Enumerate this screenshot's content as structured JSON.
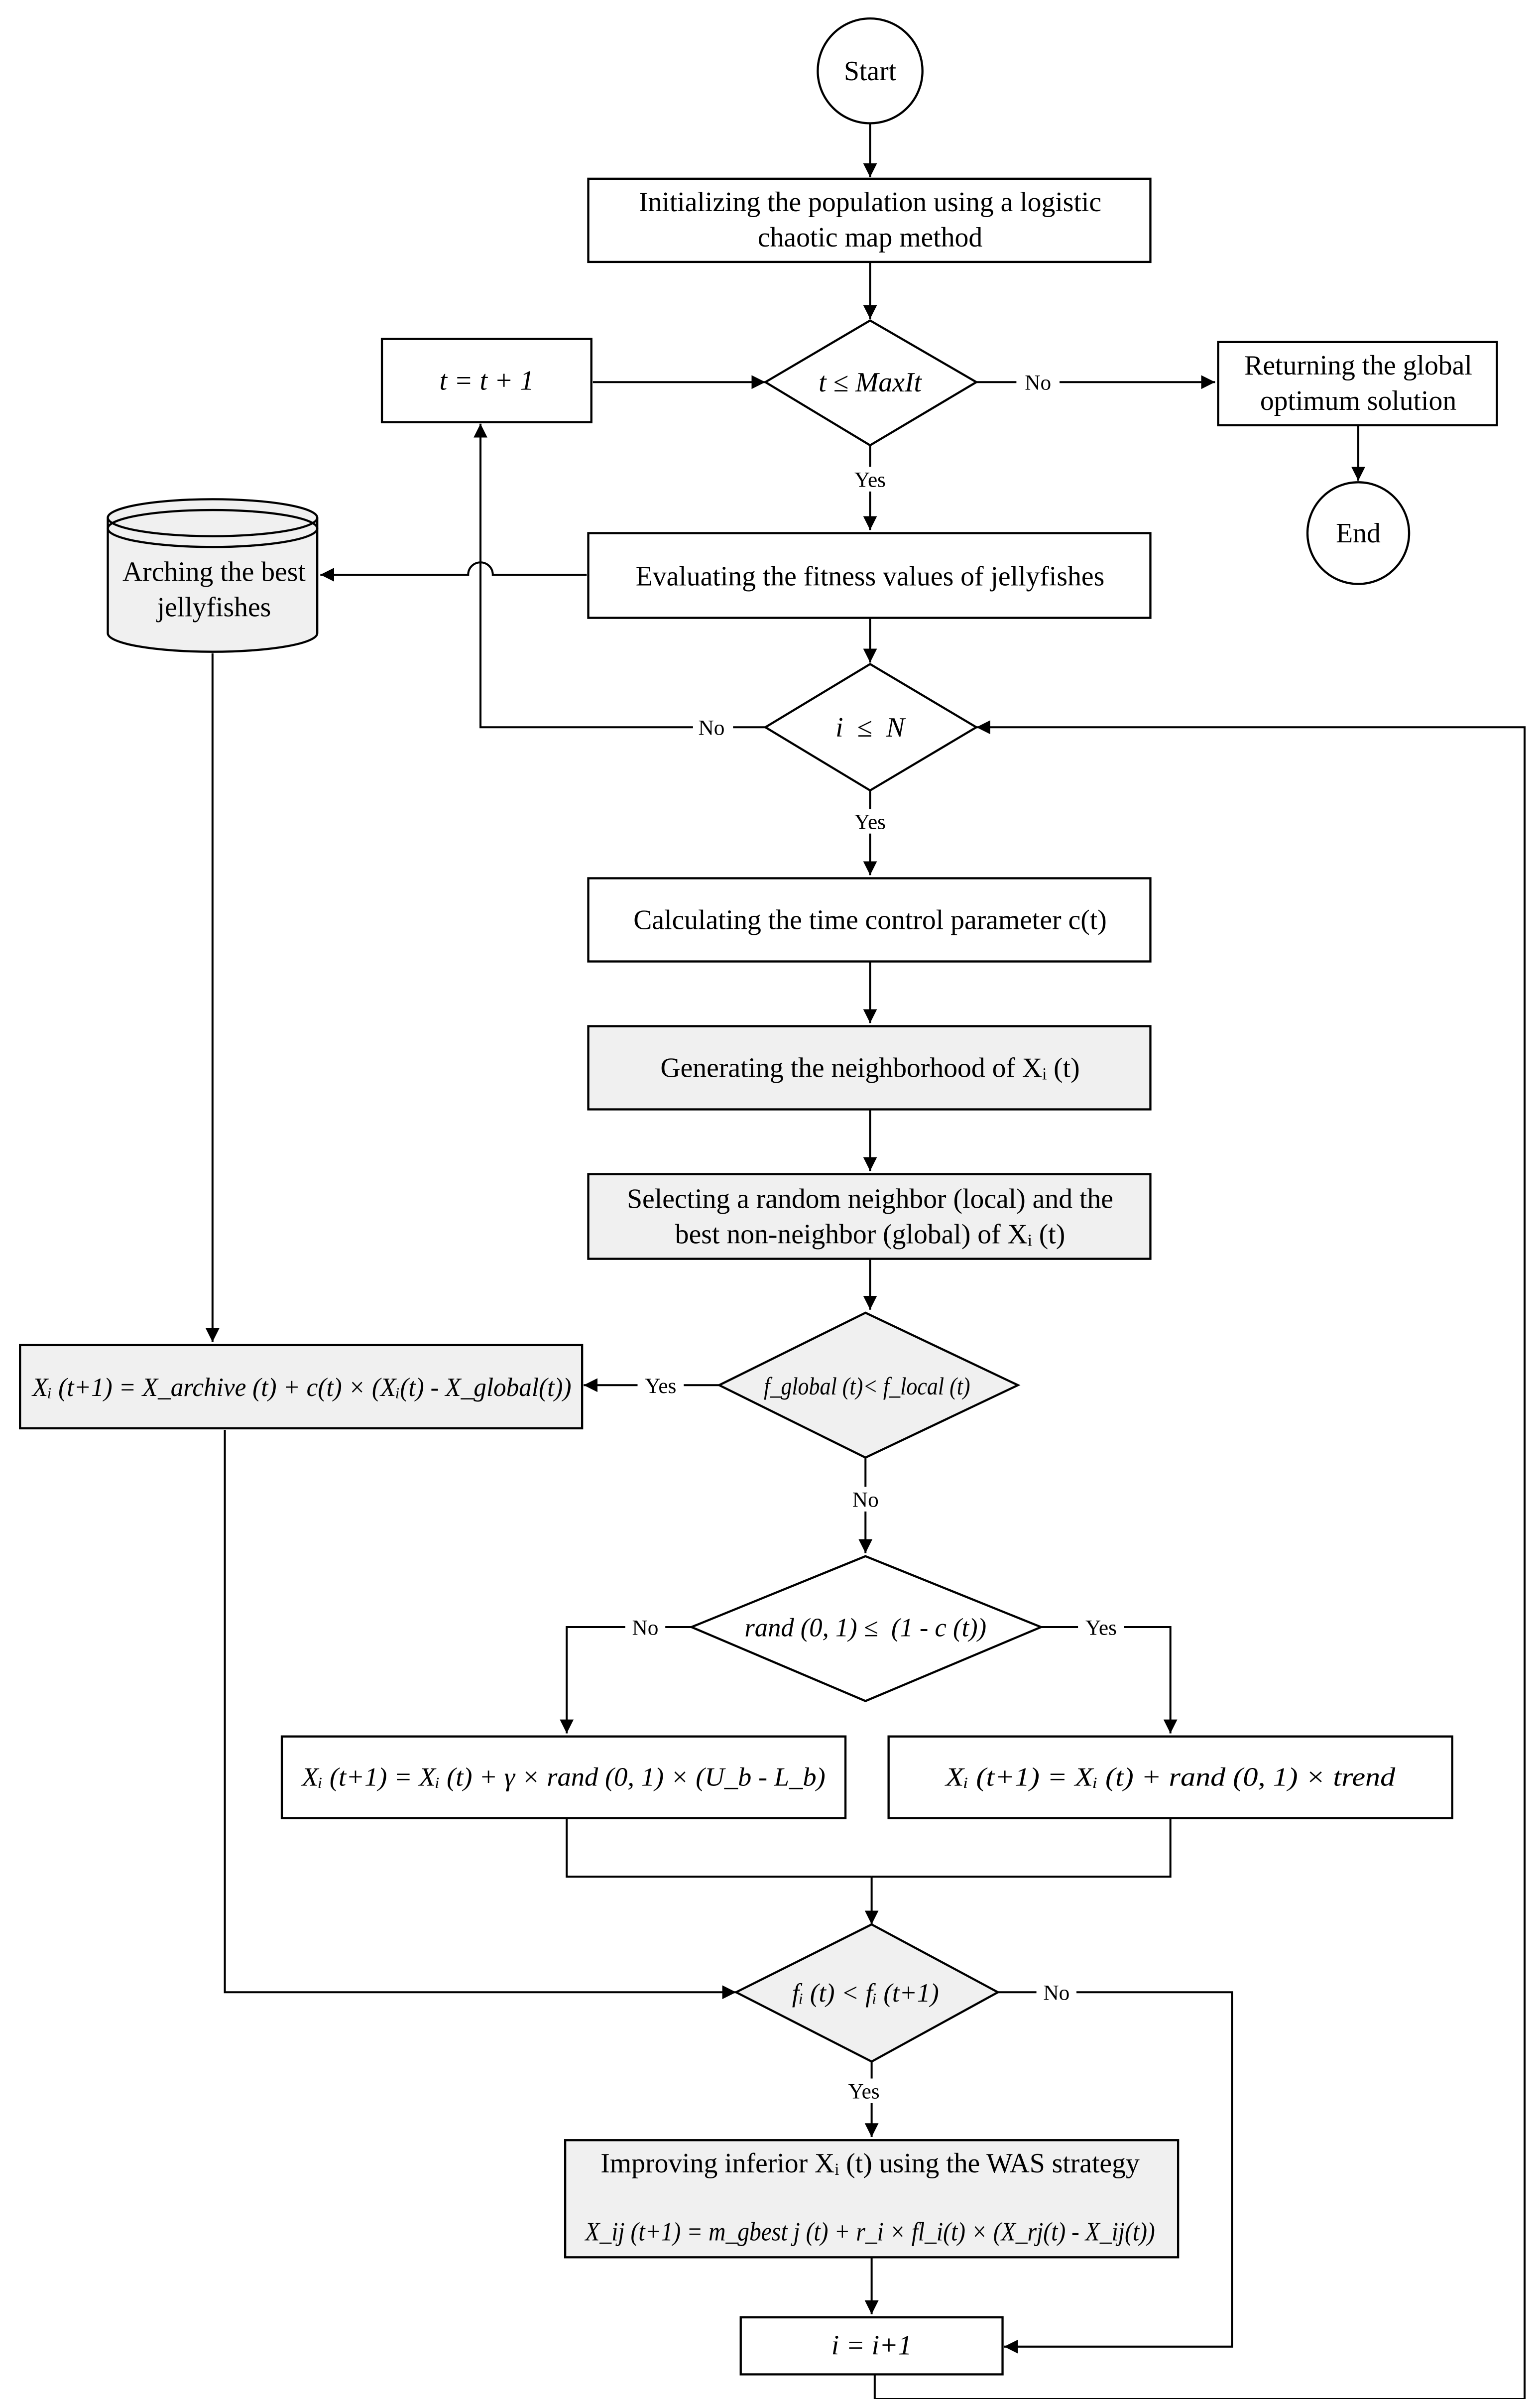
{
  "nodes": {
    "start": "Start",
    "init_line1": "Initializing the population using a logistic",
    "init_line2": "chaotic map method",
    "t_inc": "t = t + 1",
    "cond_maxit": "t ≤ MaxIt",
    "return_line1": "Returning the global",
    "return_line2": "optimum solution",
    "end": "End",
    "archive_line1": "Arching the best",
    "archive_line2": "jellyfishes",
    "evaluate": "Evaluating the fitness values of jellyfishes",
    "cond_n": "i  ≤  N",
    "calc_c": "Calculating the time control parameter c(t)",
    "neighborhood": "Generating the neighborhood of Xᵢ (t)",
    "select_line1": "Selecting a random neighbor (local) and the",
    "select_line2": "best non-neighbor (global) of Xᵢ (t)",
    "archive_update": "Xᵢ (t+1) = X_archive (t) + c(t) × (Xᵢ(t) - X_global(t))",
    "cond_fglobal": "f_global (t)< f_local (t)",
    "cond_rand": "rand (0, 1) ≤  (1 - c (t))",
    "update_left": "Xᵢ (t+1) = Xᵢ (t) + γ × rand (0, 1) × (U_b - L_b)",
    "update_right": "Xᵢ (t+1) = Xᵢ (t) + rand (0, 1) × trend",
    "cond_fi": "fᵢ (t) < fᵢ (t+1)",
    "was_line1": "Improving inferior Xᵢ (t) using the WAS strategy",
    "was_line2": "X_ij (t+1) = m_gbest j (t) + r_i × fl_i(t) × (X_rj(t) - X_ij(t))",
    "i_inc": "i = i+1"
  },
  "edge_labels": {
    "maxit_no": "No",
    "maxit_yes": "Yes",
    "n_no": "No",
    "n_yes": "Yes",
    "fglobal_yes": "Yes",
    "fglobal_no": "No",
    "rand_no": "No",
    "rand_yes": "Yes",
    "fi_no": "No",
    "fi_yes": "Yes"
  },
  "colors": {
    "stroke": "#000000",
    "box_fill": "#ffffff",
    "shaded_fill": "#f0f0f0"
  }
}
